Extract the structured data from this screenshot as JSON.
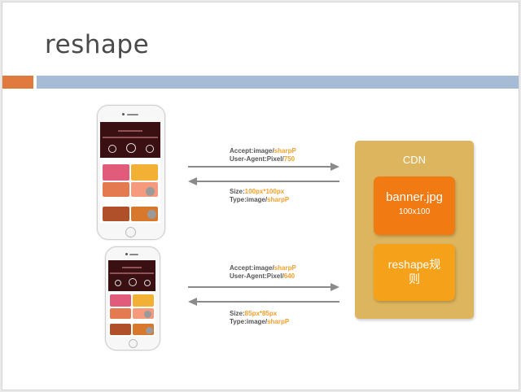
{
  "slide": {
    "title": "reshape"
  },
  "request1": {
    "accept_prefix": "Accept:image/",
    "accept_value": "sharpP",
    "ua_prefix": "User-Agent:Pixel/",
    "ua_value": "750"
  },
  "response1": {
    "size_prefix": "Size:",
    "size_value": "100px*100px",
    "type_prefix": "Type:image/",
    "type_value": "sharpP"
  },
  "request2": {
    "accept_prefix": "Accept:image/",
    "accept_value": "sharpP",
    "ua_prefix": "User-Agent:Pixel/",
    "ua_value": "640"
  },
  "response2": {
    "size_prefix": "Size:",
    "size_value": "85px*85px",
    "type_prefix": "Type:image/",
    "type_value": "sharpP"
  },
  "cdn": {
    "title": "CDN",
    "box1_line1": "banner.jpg",
    "box1_line2": "100x100",
    "box2_line1": "reshape规",
    "box2_line2": "则"
  },
  "colors": {
    "accent_orange": "#e07a3f",
    "accent_blue": "#a5bbd6",
    "cdn_bg": "#dcb55e",
    "banner_box": "#f27a12",
    "reshape_box": "#f5a119",
    "highlight_text": "#f0a030"
  }
}
